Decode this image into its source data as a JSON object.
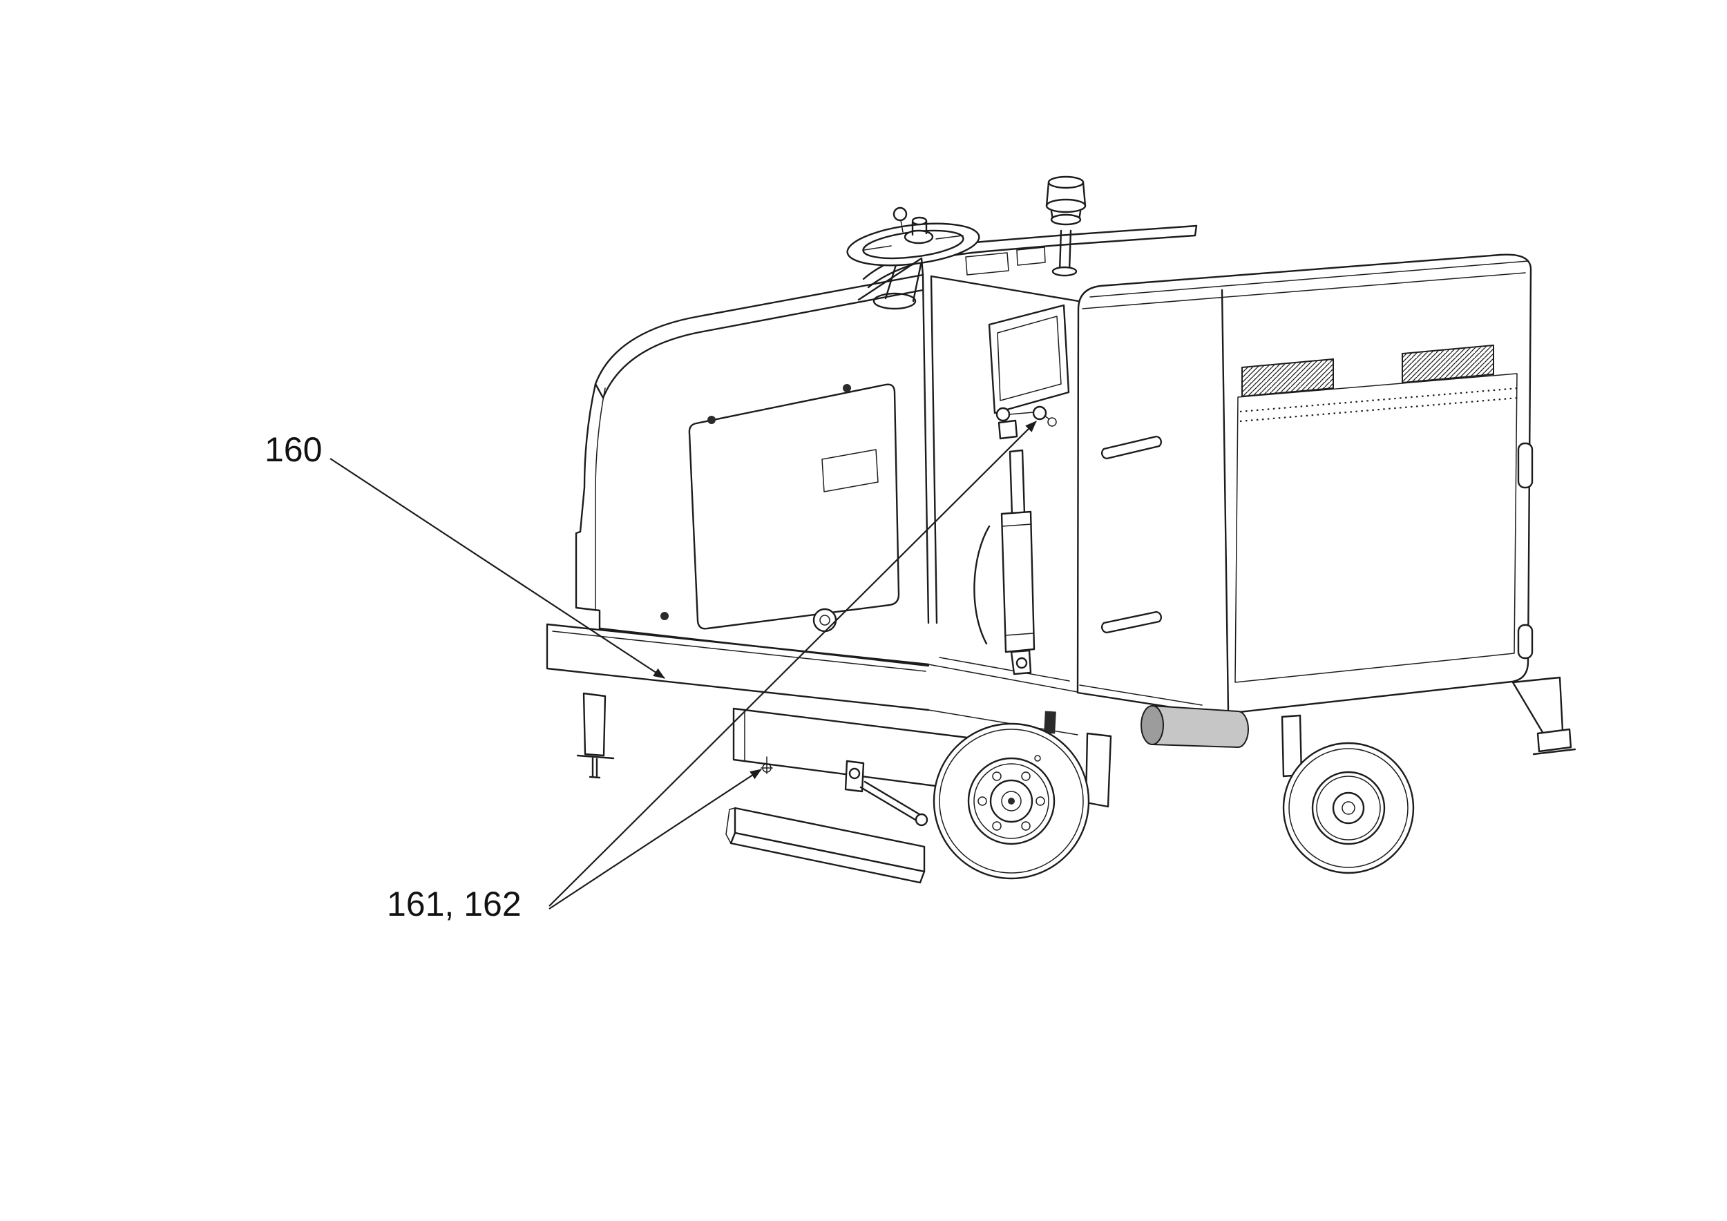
{
  "page": {
    "background_color": "#ffffff",
    "line_color": "#1c1c1c"
  },
  "figure": {
    "type": "technical-line-drawing",
    "subject": "Isometric parts-diagram view of a ride-on sweeper/scrubber machine with steering wheel, warning beacon, rear hopper box with vent grilles, hydraulic cylinder compartment, front wheel, rear wheel and bottom squeegee assembly",
    "callouts": [
      {
        "label": "160"
      },
      {
        "label": "161, 162"
      }
    ]
  }
}
